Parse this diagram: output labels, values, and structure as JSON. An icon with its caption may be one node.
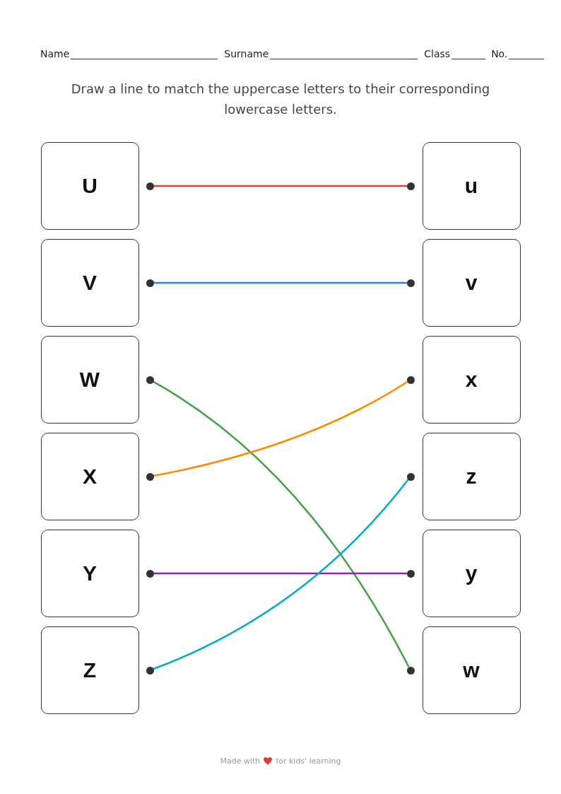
{
  "diagram": {
    "title": "Draw a line to match the uppercase letters to their corresponding lowercase letters.",
    "nodes": [
      {
        "text": [
          "U"
        ]
      },
      {
        "text": [],
        "shape": "circle"
      },
      {
        "text": [],
        "shape": "circle"
      },
      {
        "text": [
          "u"
        ]
      },
      {
        "text": [
          "V"
        ]
      },
      {
        "text": [],
        "shape": "circle"
      },
      {
        "text": [],
        "shape": "circle"
      },
      {
        "text": [
          "v"
        ]
      },
      {
        "text": [
          "W"
        ]
      },
      {
        "text": [],
        "shape": "circle"
      },
      {
        "text": [],
        "shape": "circle"
      },
      {
        "text": [
          "x"
        ]
      },
      {
        "text": [
          "X"
        ]
      },
      {
        "text": [],
        "shape": "circle"
      },
      {
        "text": [],
        "shape": "circle"
      },
      {
        "text": [
          "z"
        ]
      },
      {
        "text": [
          "Y"
        ]
      },
      {
        "text": [],
        "shape": "circle"
      },
      {
        "text": [],
        "shape": "circle"
      },
      {
        "text": [
          "y"
        ]
      },
      {
        "text": [
          "Z"
        ]
      },
      {
        "text": [],
        "shape": "circle"
      },
      {
        "text": [],
        "shape": "circle"
      },
      {
        "text": [
          "w"
        ]
      }
    ],
    "edges": [
      {
        "from": 1,
        "to": 2,
        "arrow": "none",
        "color": "#e53935"
      },
      {
        "from": 5,
        "to": 6,
        "arrow": "none",
        "color": "#1e88e5"
      },
      {
        "from": 9,
        "to": 22,
        "arrow": "none",
        "color": "#43a047"
      },
      {
        "from": 13,
        "to": 10,
        "arrow": "none",
        "color": "#fb8c00"
      },
      {
        "from": 17,
        "to": 18,
        "arrow": "none",
        "color": "#8e24aa"
      },
      {
        "from": 21,
        "to": 14,
        "arrow": "none",
        "color": "#00acc1"
      }
    ],
    "labels": [
      "Name",
      "Surname",
      "Class",
      "No.",
      "Made with",
      "for kids' learning"
    ]
  }
}
